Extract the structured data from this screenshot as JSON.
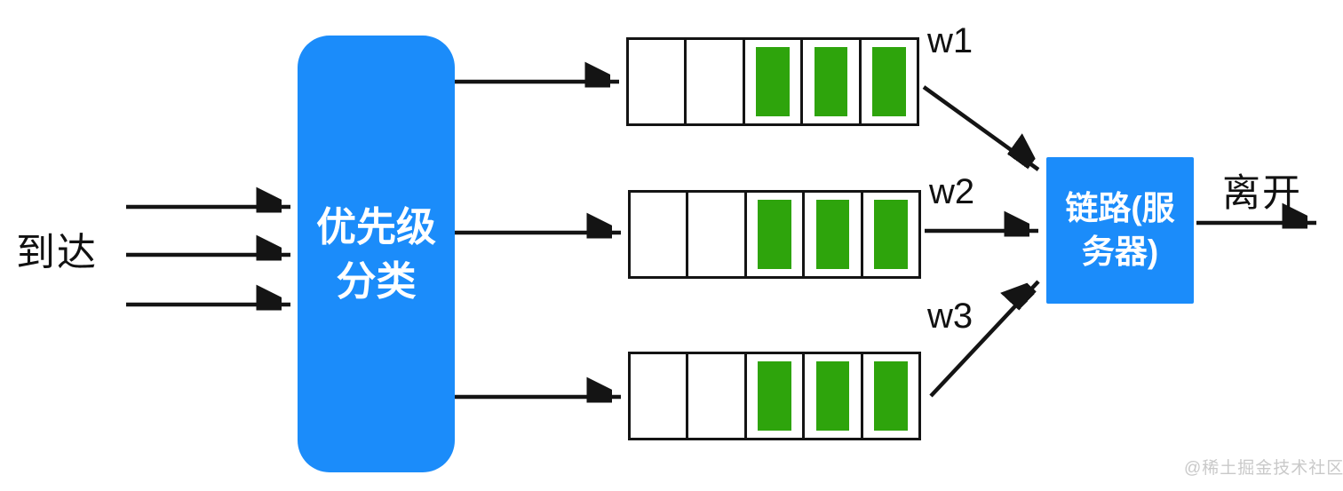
{
  "colors": {
    "primary_blue": "#1B8CFA",
    "packet_green": "#2EA40C",
    "line_black": "#141414",
    "watermark_gray": "#C9C9C9"
  },
  "labels": {
    "arrival": "到达",
    "classifier_line1": "优先级",
    "classifier_line2": "分类",
    "server_line1": "链路(服",
    "server_line2": "务器)",
    "departure": "离开",
    "watermark": "@稀土掘金技术社区"
  },
  "queues": [
    {
      "label": "w1",
      "cells": [
        "empty",
        "empty",
        "filled",
        "filled",
        "filled"
      ]
    },
    {
      "label": "w2",
      "cells": [
        "empty",
        "empty",
        "filled",
        "filled",
        "filled"
      ]
    },
    {
      "label": "w3",
      "cells": [
        "empty",
        "empty",
        "filled",
        "filled",
        "filled"
      ]
    }
  ]
}
